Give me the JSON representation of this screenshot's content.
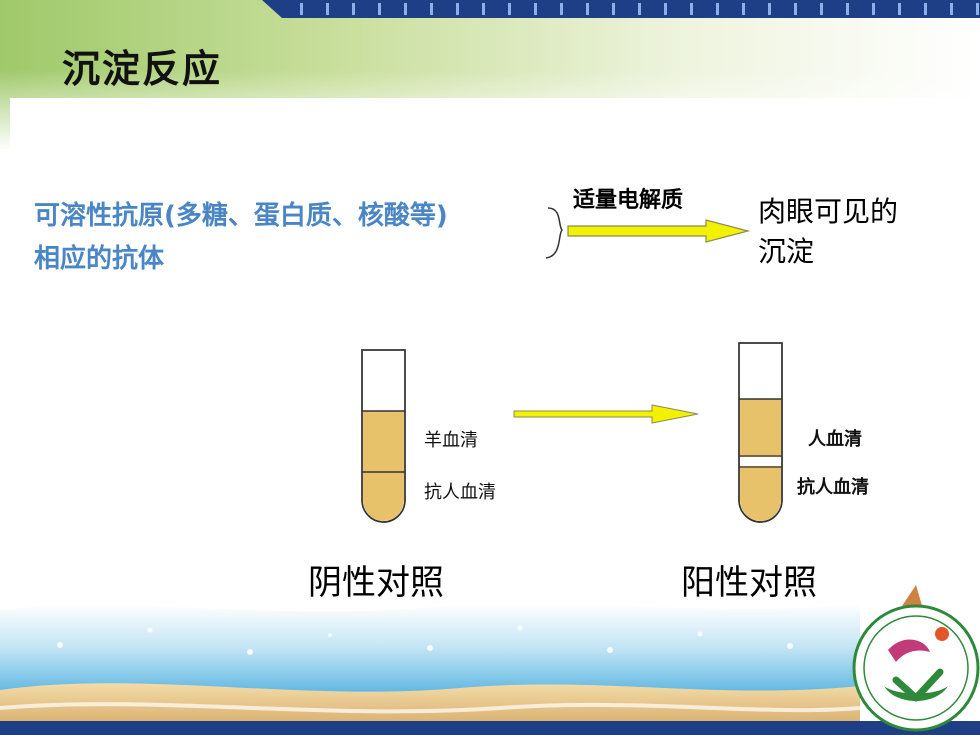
{
  "slide": {
    "title": "沉淀反应",
    "antigen_line1": "可溶性抗原(多糖、蛋白质、核酸等)",
    "antigen_line2": "相应的抗体",
    "condition": "适量电解质",
    "result_line1": "肉眼可见的",
    "result_line2": "沉淀"
  },
  "negative_control": {
    "top_label": "羊血清",
    "bottom_label": "抗人血清",
    "caption": "阴性对照"
  },
  "positive_control": {
    "top_label": "人血清",
    "bottom_label": "抗人血清",
    "caption": "阳性对照"
  },
  "colors": {
    "title_bar_navy": "#1e3f86",
    "antigen_text": "#4a86c6",
    "arrow_yellow": "#f2f200",
    "tube_fill": "#e8c26a",
    "sea_blue": "#5ab4e0",
    "sand": "#e7c68a"
  }
}
